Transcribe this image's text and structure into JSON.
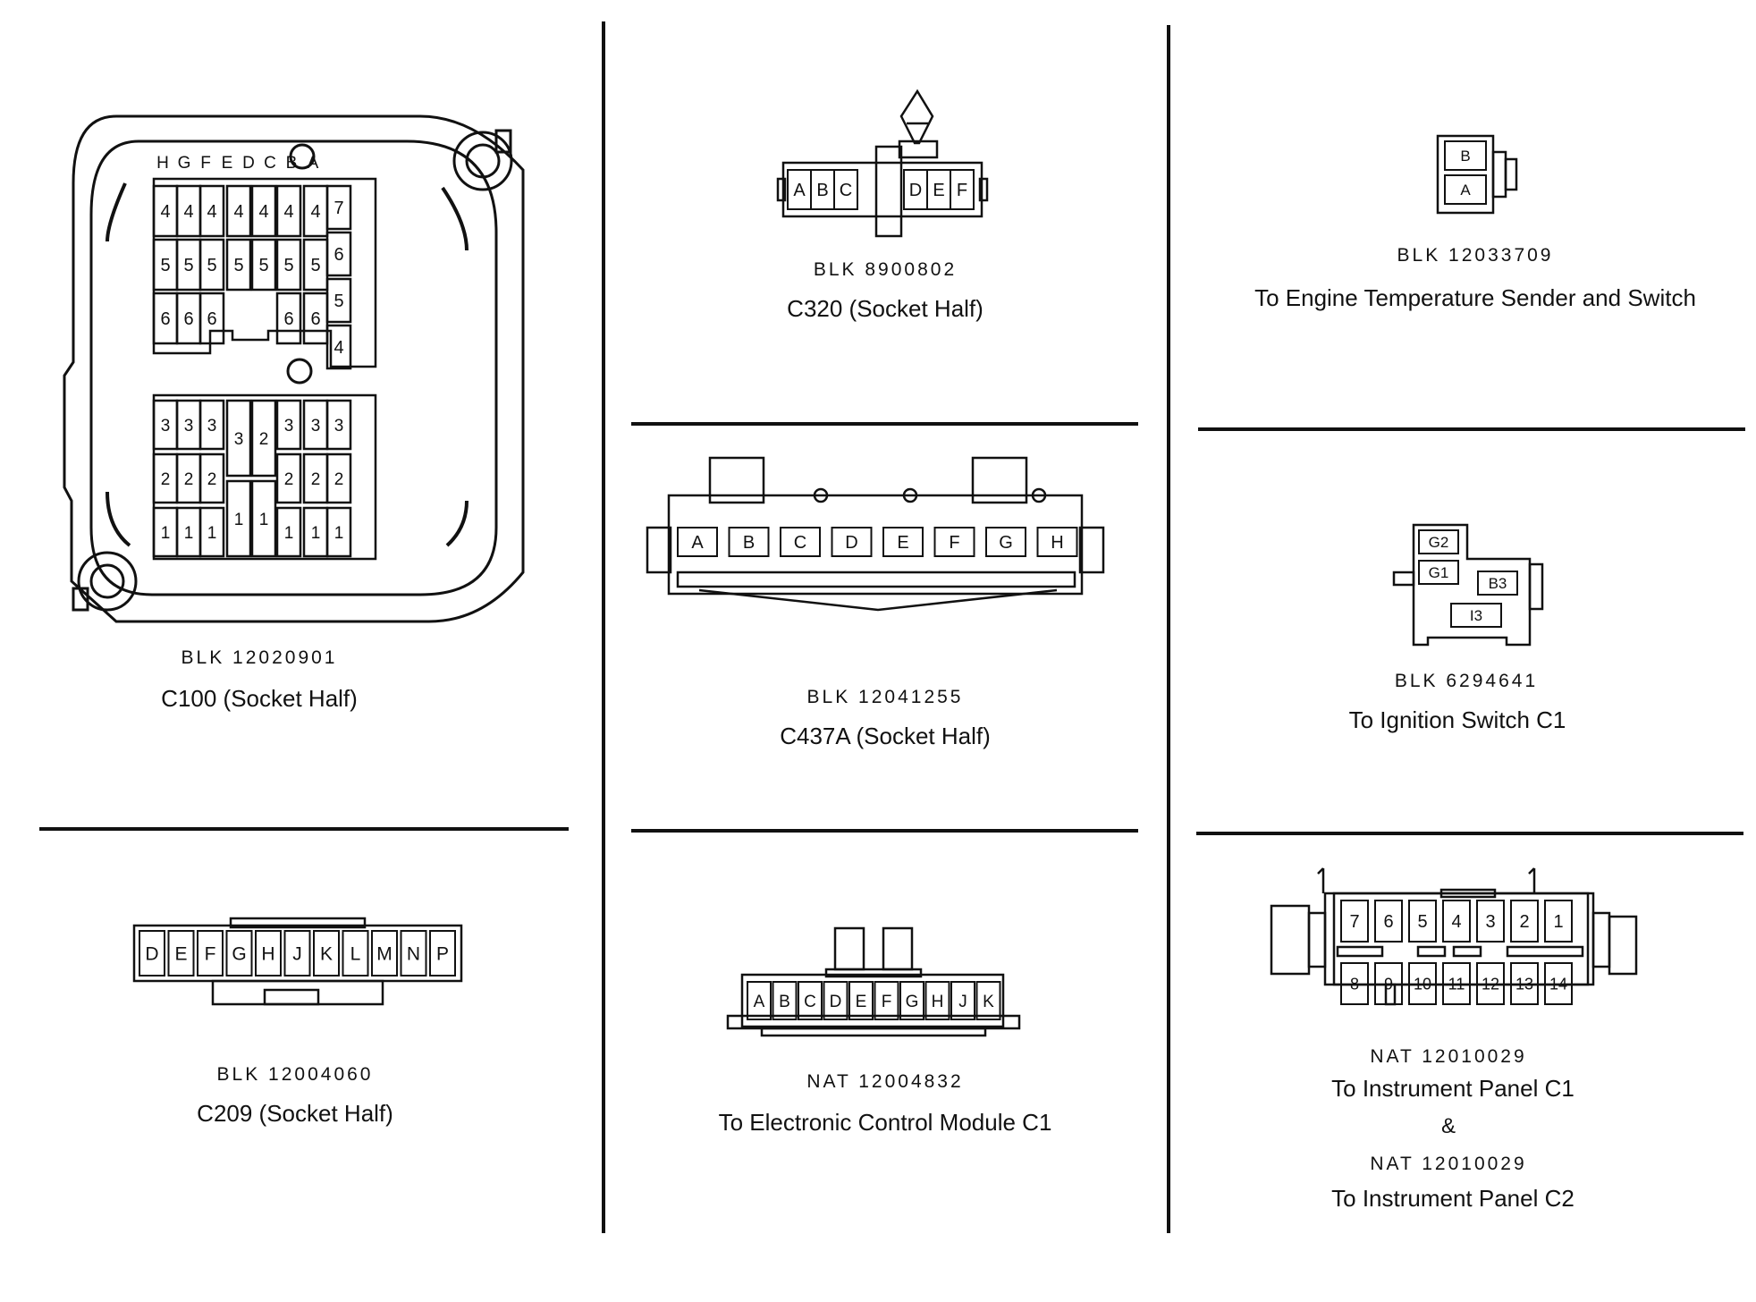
{
  "colors": {
    "ink": "#111111",
    "paper": "#ffffff"
  },
  "connectors": {
    "c100": {
      "part": "BLK  12020901",
      "title": "C100 (Socket Half)",
      "rows": {
        "edge": [
          "H",
          "G",
          "F",
          "E",
          "D",
          "C",
          "B",
          "A"
        ],
        "top": [
          [
            "4",
            "5",
            "6"
          ],
          [
            "4",
            "5",
            "6"
          ],
          [
            "4",
            "5",
            "6"
          ],
          [
            "4",
            "5"
          ],
          [
            "4",
            "5"
          ],
          [
            "4",
            "5",
            "6"
          ],
          [
            "4",
            "5",
            "6"
          ],
          [
            "7",
            "6",
            "5",
            "4"
          ]
        ],
        "bottom": [
          [
            "3",
            "2",
            "1"
          ],
          [
            "3",
            "2",
            "1"
          ],
          [
            "3",
            "2",
            "1"
          ],
          [
            "3",
            "1"
          ],
          [
            "2",
            "1"
          ],
          [
            "3",
            "2",
            "1"
          ],
          [
            "3",
            "2",
            "1"
          ],
          [
            "3",
            "2",
            "1"
          ]
        ]
      }
    },
    "c320": {
      "part": "BLK    8900802",
      "title": "C320 (Socket Half)",
      "pins": [
        "A",
        "B",
        "C",
        "D",
        "E",
        "F"
      ]
    },
    "temp": {
      "part": "BLK   12033709",
      "title": "To Engine Temperature Sender and Switch",
      "pins": [
        "B",
        "A"
      ]
    },
    "c437a": {
      "part": "BLK   12041255",
      "title": "C437A (Socket Half)",
      "pins": [
        "A",
        "B",
        "C",
        "D",
        "E",
        "F",
        "G",
        "H"
      ]
    },
    "ign": {
      "part": "BLK    6294641",
      "title": "To Ignition Switch C1",
      "pins": [
        "G2",
        "G1",
        "B3",
        "I3"
      ]
    },
    "c209": {
      "part": "BLK    12004060",
      "title": "C209 (Socket Half)",
      "pins": [
        "D",
        "E",
        "F",
        "G",
        "H",
        "J",
        "K",
        "L",
        "M",
        "N",
        "P"
      ]
    },
    "ecm": {
      "part": "NAT   12004832",
      "title": "To  Electronic Control Module  C1",
      "pins": [
        "A",
        "B",
        "C",
        "D",
        "E",
        "F",
        "G",
        "H",
        "J",
        "K"
      ]
    },
    "ipc": {
      "part1": "NAT   12010029",
      "title1": "To Instrument Panel C1",
      "amp": "&",
      "part2": "NAT   12010029",
      "title2": "To Instrument Panel C2",
      "top_pins": [
        "7",
        "6",
        "5",
        "4",
        "3",
        "2",
        "1"
      ],
      "bottom_pins": [
        "8",
        "9",
        "10",
        "11",
        "12",
        "13",
        "14"
      ]
    }
  }
}
